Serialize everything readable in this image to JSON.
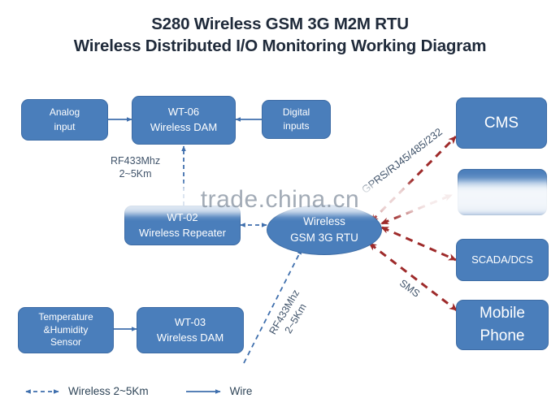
{
  "title": {
    "line1": "S280 Wireless GSM 3G M2M RTU",
    "line2": "Wireless Distributed I/O Monitoring Working Diagram"
  },
  "colors": {
    "node_fill": "#4a7ebb",
    "node_border": "#3d6ca5",
    "node_text": "#ffffff",
    "title_text": "#1f2a3a",
    "wire_blue": "#3f6fad",
    "wireless_blue": "#3f6fad",
    "cellular_red": "#9e2a2a",
    "label_text": "#41546b",
    "background": "#ffffff"
  },
  "nodes": {
    "analog_input": {
      "line1": "Analog",
      "line2": "input"
    },
    "wt06": {
      "line1": "WT-06",
      "line2": "Wireless  DAM"
    },
    "digital_inputs": {
      "line1": "Digital",
      "line2": "inputs"
    },
    "wt02": {
      "line1": "WT-02",
      "line2": "Wireless  Repeater"
    },
    "rtu": {
      "line1": "Wireless",
      "line2": "GSM 3G RTU"
    },
    "temp_sensor": {
      "line1": "Temperature",
      "line2": "&Humidity",
      "line3": "Sensor"
    },
    "wt03": {
      "line1": "WT-03",
      "line2": "Wireless  DAM"
    },
    "cms": {
      "line1": "CMS"
    },
    "obscured": {
      "line1": ""
    },
    "scada": {
      "line1": "SCADA/DCS"
    },
    "mobile_phone": {
      "line1": "Mobile",
      "line2": "Phone"
    }
  },
  "edge_labels": {
    "rf433_top": {
      "line1": "RF433Mhz",
      "line2": "2~5Km"
    },
    "rf433_bottom": {
      "line1": "RF433Mhz",
      "line2": "2~5Km"
    },
    "gprs": "GPRS/RJ45/485/232",
    "sms": "SMS"
  },
  "legend": {
    "wireless_label": "Wireless 2~5Km",
    "wire_label": "Wire"
  },
  "watermark": {
    "text": "trade.china.cn"
  }
}
